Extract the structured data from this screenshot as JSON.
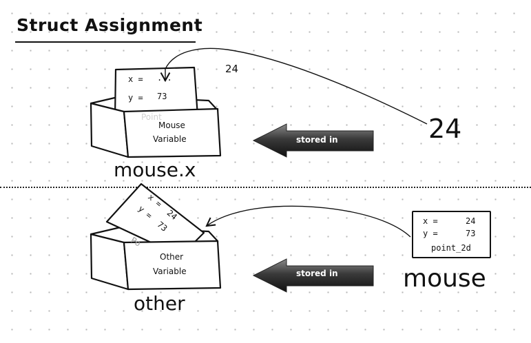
{
  "title": "Struct Assignment",
  "top_section": {
    "card": {
      "x_label": "x =",
      "x_value": "...",
      "y_label": "y =",
      "y_value": "73",
      "faint_label": "Point"
    },
    "box": {
      "line1": "Mouse",
      "line2": "Variable"
    },
    "variable_name": "mouse.x",
    "arrow_label": "stored in",
    "source_value": "24",
    "flying_value": "24"
  },
  "bottom_section": {
    "card": {
      "x_label": "x =",
      "x_value": "24",
      "y_label": "y =",
      "y_value": "73",
      "faint_label": "Po"
    },
    "box": {
      "line1": "Other",
      "line2": "Variable"
    },
    "variable_name": "other",
    "arrow_label": "stored in",
    "source_struct": {
      "x_label": "x =",
      "x_value": "24",
      "y_label": "y =",
      "y_value": "73",
      "type_name": "point_2d"
    },
    "source_name": "mouse"
  }
}
